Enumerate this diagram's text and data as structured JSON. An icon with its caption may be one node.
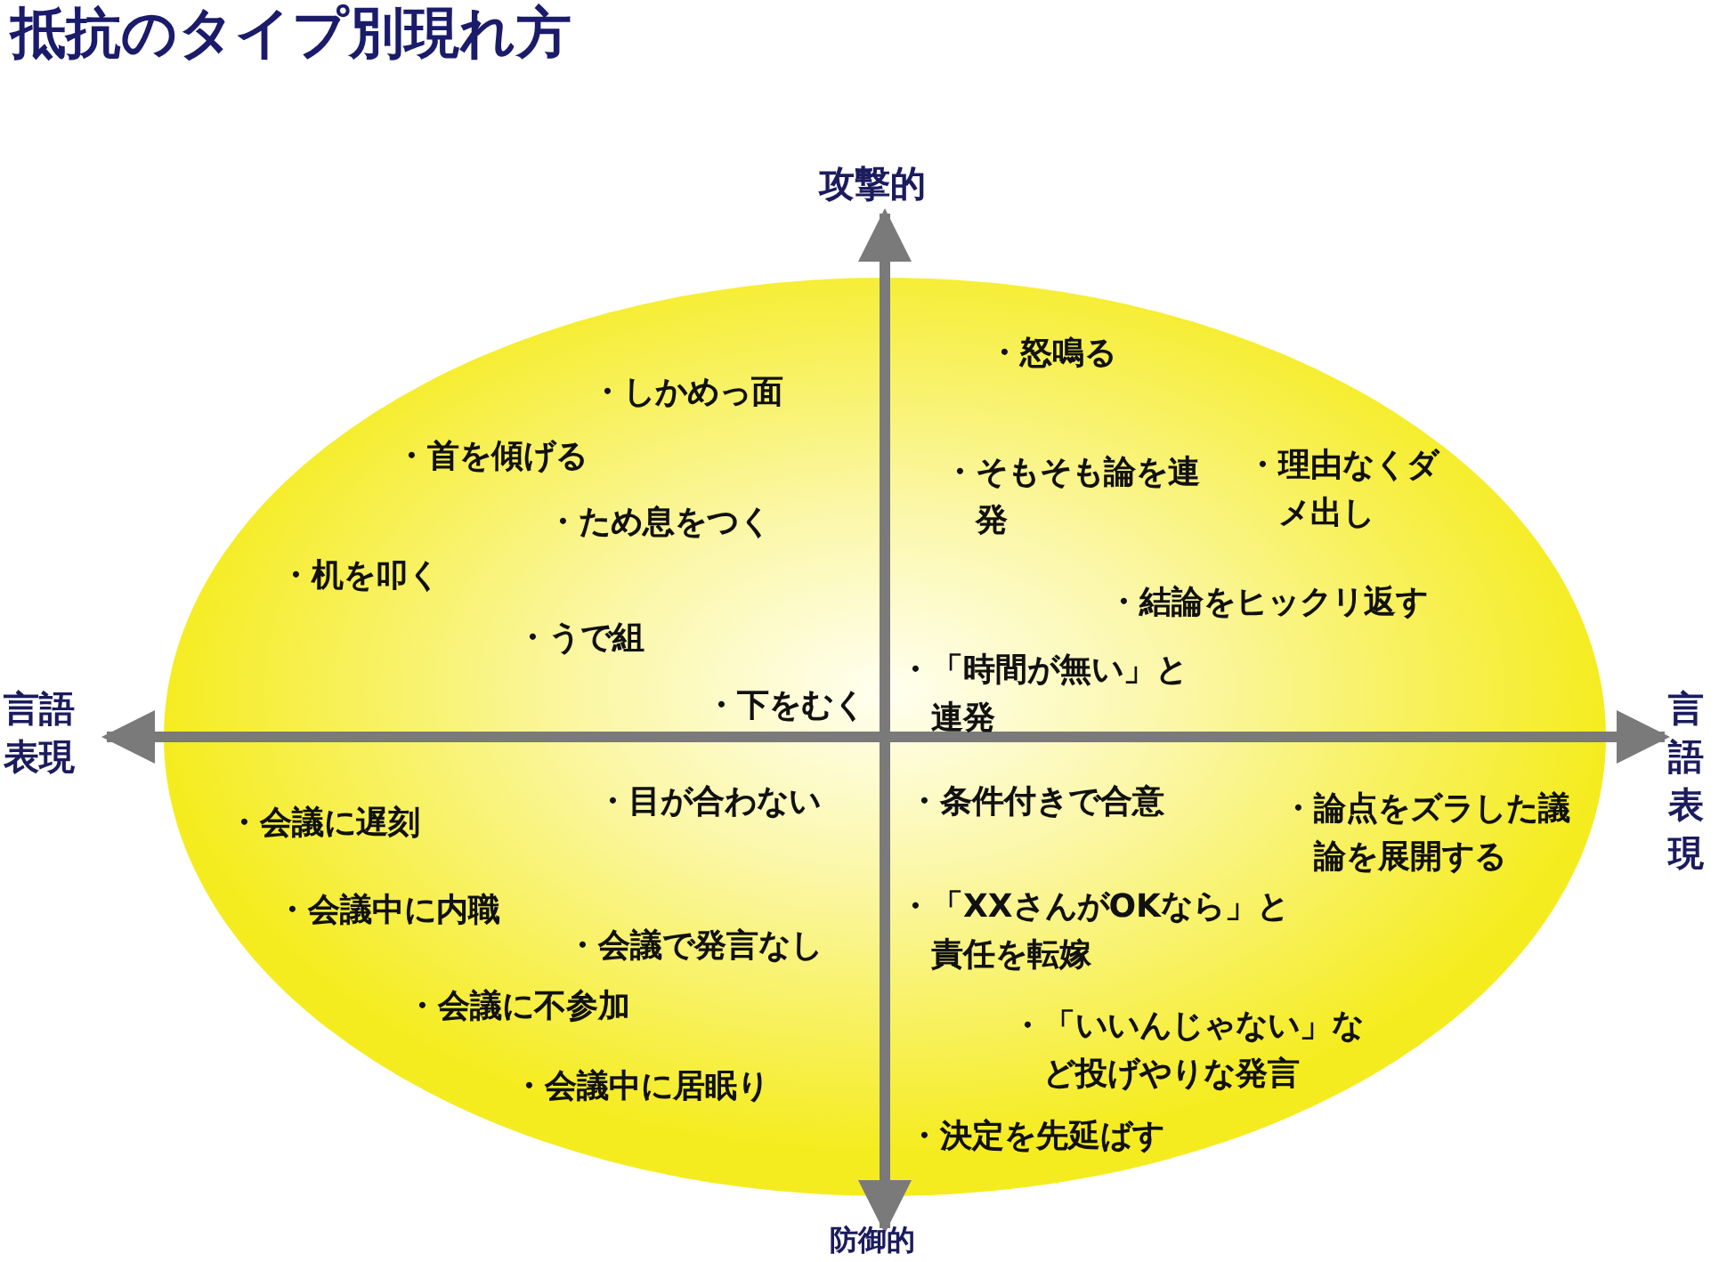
{
  "diagram": {
    "title": "抵抗のタイプ別現れ方",
    "labels": [
      "攻撃的",
      "言語表現",
      "言語表現",
      "防御的",
      "・怒鳴る",
      "・しかめっ面",
      "・首を傾げる",
      "・そもそも論を連発",
      "・理由なくダメ出し",
      "・ため息をつく",
      "・机を叩く",
      "・結論をヒックリ返す",
      "・うで組",
      "・「時間が無い」と連発",
      "・下をむく",
      "・目が合わない",
      "・条件付きで合意",
      "・論点をズラした議論を展開する",
      "・会議に遅刻",
      "・会議中に内職",
      "・「XXさんがOKなら」と責任を転嫁",
      "・会議で発言なし",
      "・会議に不参加",
      "・「いいんじゃない」など投げやりな発言",
      "・会議中に居眠り",
      "・決定を先延ばす"
    ]
  }
}
